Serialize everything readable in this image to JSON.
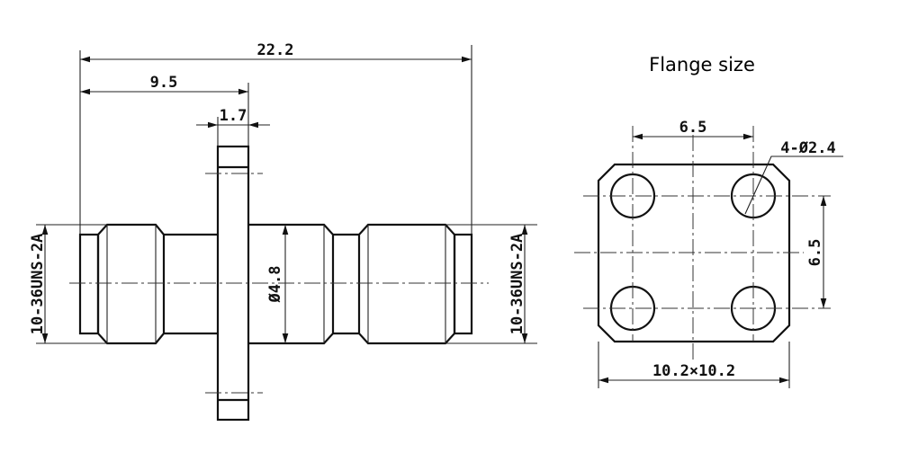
{
  "side_view": {
    "overall_length": "22.2",
    "flange_position": "9.5",
    "flange_thickness": "1.7",
    "body_diameter": "Ø4.8",
    "thread_left": "10-36UNS-2A",
    "thread_right": "10-36UNS-2A"
  },
  "flange_view": {
    "title": "Flange size",
    "hole_spacing_x": "6.5",
    "hole_spacing_y": "6.5",
    "holes": "4-Ø2.4",
    "flange_dimensions": "10.2×10.2"
  }
}
